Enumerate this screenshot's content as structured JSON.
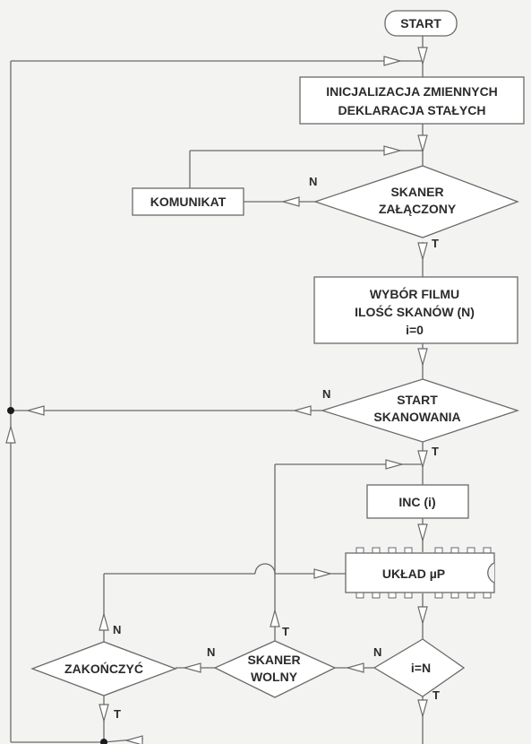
{
  "nodes": {
    "start": "START",
    "init_line1": "INICJALIZACJA ZMIENNYCH",
    "init_line2": "DEKLARACJA STAŁYCH",
    "komunikat": "KOMUNIKAT",
    "skaner_zal_line1": "SKANER",
    "skaner_zal_line2": "ZAŁĄCZONY",
    "wybor_line1": "WYBÓR FILMU",
    "wybor_line2": "ILOŚĆ SKANÓW (N)",
    "wybor_line3": "i=0",
    "start_skan_line1": "START",
    "start_skan_line2": "SKANOWANIA",
    "inc": "INC (i)",
    "uklad": "UKŁAD µP",
    "i_eq_n": "i=N",
    "skaner_wolny_line1": "SKANER",
    "skaner_wolny_line2": "WOLNY",
    "zakonczyc": "ZAKOŃCZYĆ"
  },
  "edge_labels": {
    "zal_no": "N",
    "zal_yes": "T",
    "skan_no": "N",
    "skan_yes": "T",
    "ieqn_no": "N",
    "ieqn_yes": "T",
    "wolny_no": "N",
    "wolny_yes": "T",
    "zak_no": "N",
    "zak_yes": "T"
  }
}
